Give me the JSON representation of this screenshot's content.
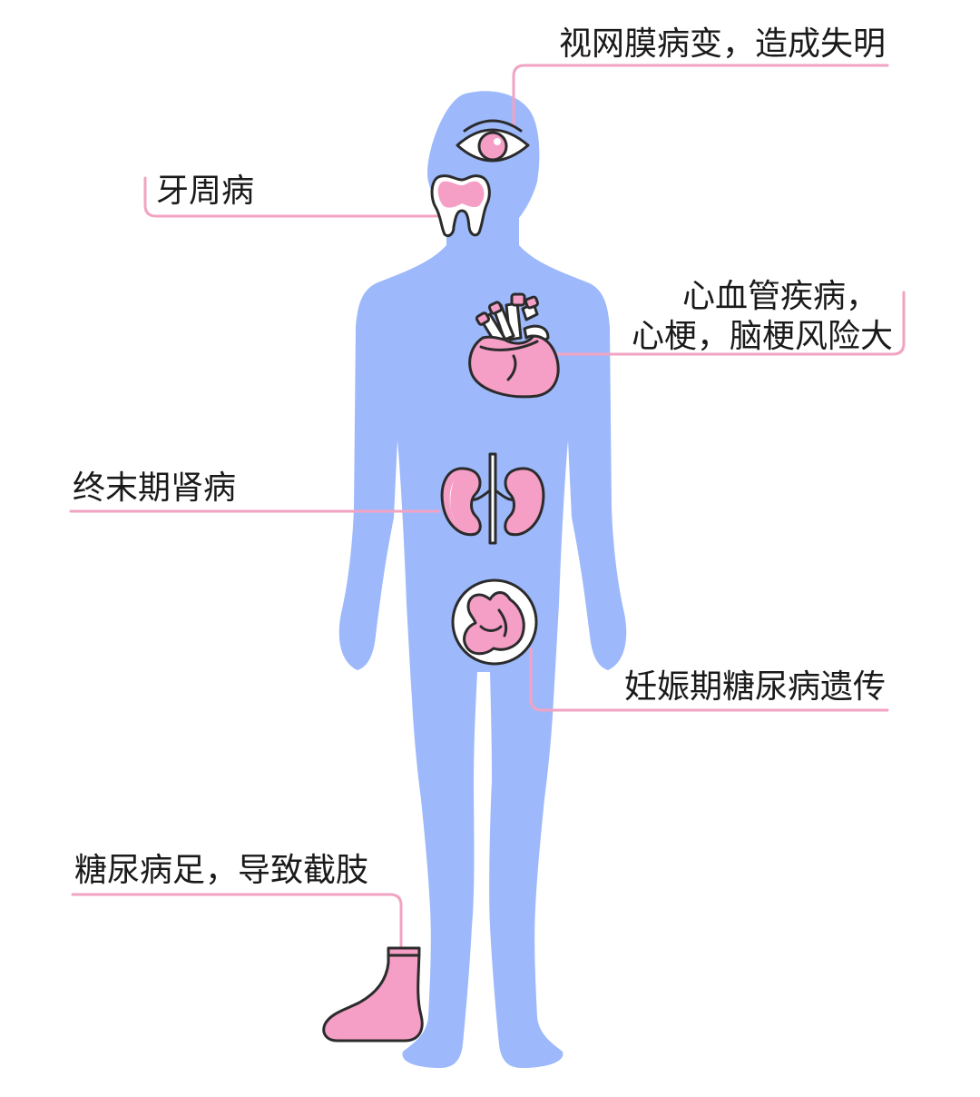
{
  "colors": {
    "body": "#9db9fb",
    "organ_pink": "#f59ec6",
    "leader_line": "#f2a3c3",
    "text": "#1a1a1a",
    "outline": "#2b2b2b"
  },
  "labels": {
    "eye": "视网膜病变，造成失明",
    "teeth": "牙周病",
    "heart_line1": "心血管疾病，",
    "heart_line2": "心梗，脑梗风险大",
    "kidney": "终末期肾病",
    "pregnancy": "妊娠期糖尿病遗传",
    "foot": "糖尿病足，导致截肢"
  },
  "icons": {
    "eye": "eye-icon",
    "tooth": "tooth-icon",
    "heart": "heart-icon",
    "kidneys": "kidneys-icon",
    "fetus": "fetus-icon",
    "foot": "foot-icon"
  }
}
